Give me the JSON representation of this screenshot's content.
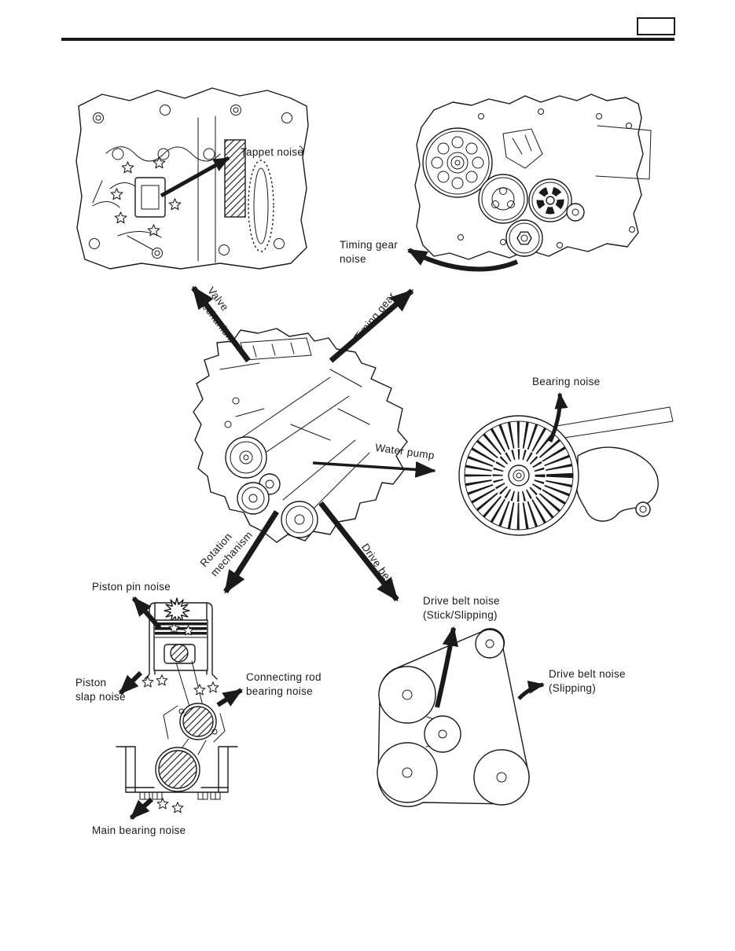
{
  "page": {
    "header": {
      "reference_box_text": ""
    }
  },
  "labels": {
    "tappet_noise": "Tappet noise",
    "timing_gear_noise": "Timing gear\nnoise",
    "valve_mechanism": "Valve\nmechanism",
    "timing_gear": "Timing gear",
    "bearing_noise": "Bearing noise",
    "water_pump": "Water pump",
    "rotation_mechanism": "Rotation\nmechanism",
    "drive_belt": "Drive belt",
    "piston_pin_noise": "Piston pin noise",
    "piston_slap_noise": "Piston\nslap noise",
    "connecting_rod_bearing_noise": "Connecting rod\nbearing noise",
    "main_bearing_noise": "Main bearing noise",
    "drive_belt_noise_stick_slipping": "Drive belt noise\n(Stick/Slipping)",
    "drive_belt_noise_slipping": "Drive belt noise\n(Slipping)"
  },
  "colors": {
    "ink": "#1a1a1a",
    "paper": "#ffffff"
  }
}
